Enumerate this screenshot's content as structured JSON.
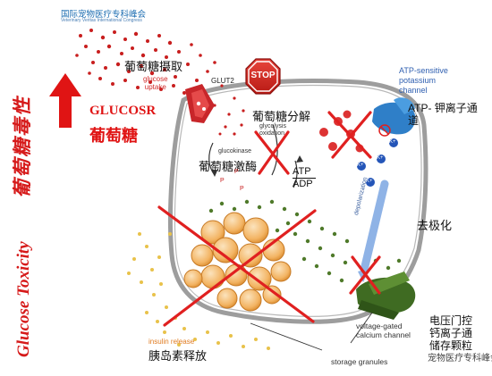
{
  "header": {
    "org_cn": "国际宠物医疗专科峰会",
    "org_en": "Veterinary Veritas International Congress"
  },
  "side_title": {
    "en": "Glucose Toxicity",
    "cn": "葡萄糖毒性"
  },
  "glucose_label": {
    "en": "GLUCOSR",
    "cn": "葡萄糖"
  },
  "labels": {
    "glucose_uptake_cn": "葡萄糖摄取",
    "glucose_uptake_en": "glucose\nuptake",
    "glut2": "GLUT2",
    "stop": "STOP",
    "glycolysis_cn": "葡萄糖分解",
    "glycolysis_en": "glycolysis\noxidation",
    "glucokinase_en": "glucokinase",
    "glucokinase_cn": "葡萄糖激酶",
    "p1": "P",
    "p2": "P",
    "p3": "P",
    "atp": "ATP",
    "adp": "ADP",
    "atp_channel_en": "ATP-sensitive\npotassium\nchannel",
    "atp_channel_cn": "ATP- 钾离子通\n道",
    "k_ion": "K+",
    "depolarization_en": "depolarization",
    "depolarization_cn": "去极化",
    "calcium_channel_en": "voltage-gated\ncalcium channel",
    "calcium_channel_cn": "电压门控\n钙离子通\n储存颗粒",
    "insulin_release_en": "insulin release",
    "insulin_release_cn": "胰岛素释放",
    "storage_granules_en": "storage granules",
    "watermark": "宠物医疗专科峰会"
  },
  "colors": {
    "red": "#e02020",
    "cell_border": "#8a8a8a",
    "granule_orange": "#f2a24a",
    "granule_fill": "#f6c98f",
    "green": "#4f7a2a",
    "blue_channel": "#2f7fc8",
    "k_blue": "#2455b8"
  }
}
